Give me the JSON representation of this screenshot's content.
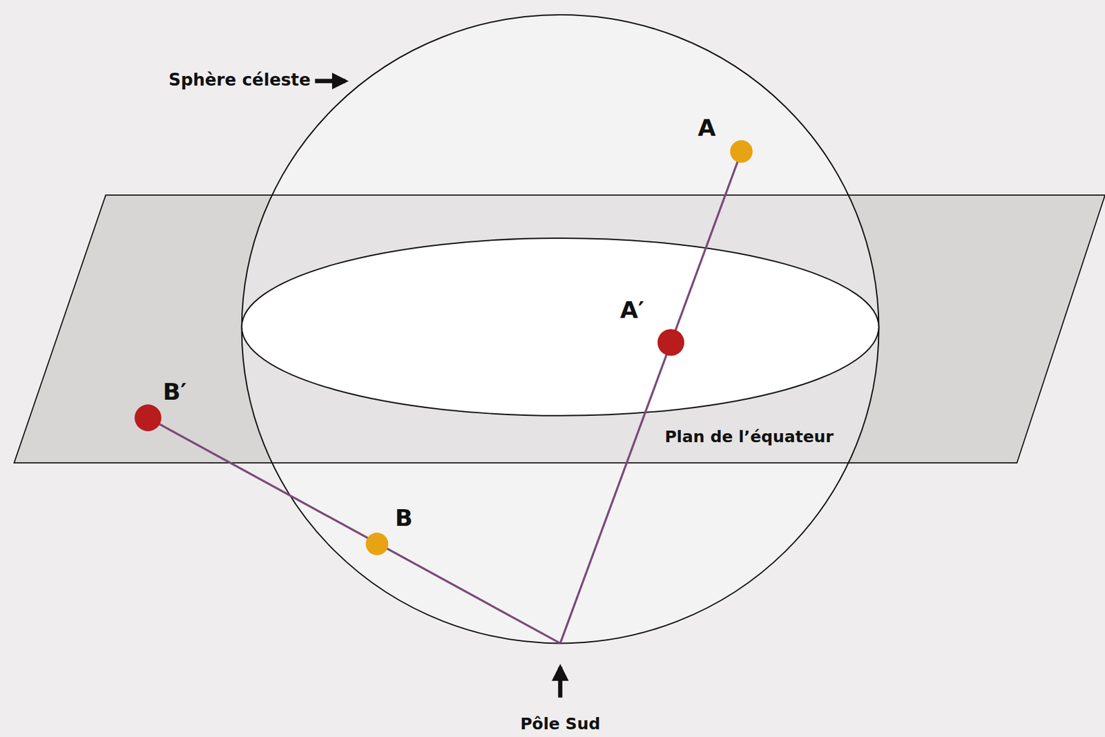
{
  "diagram": {
    "labels": [
      "Sphère céleste",
      "A",
      "A′",
      "B′",
      "B",
      "Plan de l’équateur",
      "Pôle Sud"
    ]
  }
}
